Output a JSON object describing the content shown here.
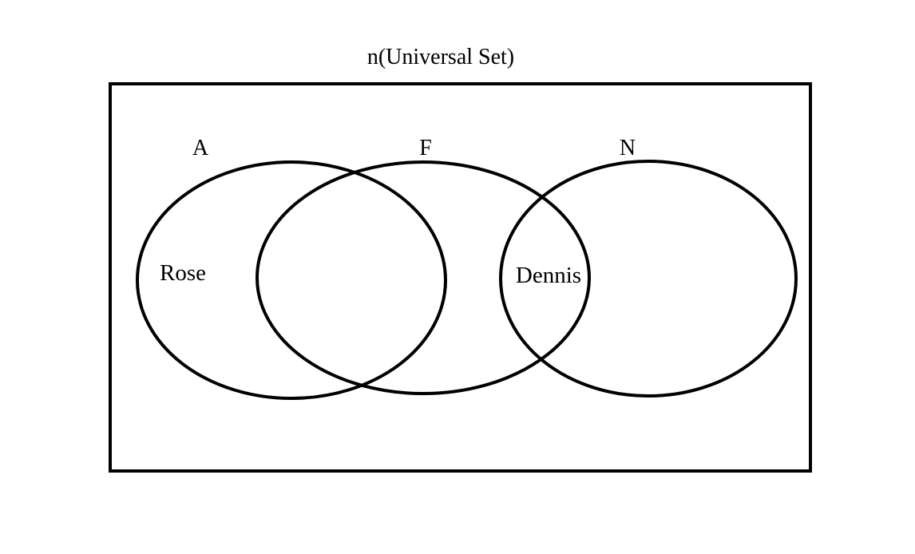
{
  "diagram": {
    "title": "n(Universal Set)",
    "sets": [
      {
        "label": "A"
      },
      {
        "label": "F"
      },
      {
        "label": "N"
      }
    ],
    "members": [
      {
        "name": "Rose",
        "color": "#1a1a8c"
      },
      {
        "name": "Dennis",
        "color": "#e8202a"
      }
    ],
    "colors": {
      "stroke": "#000000",
      "background": "#ffffff"
    }
  }
}
